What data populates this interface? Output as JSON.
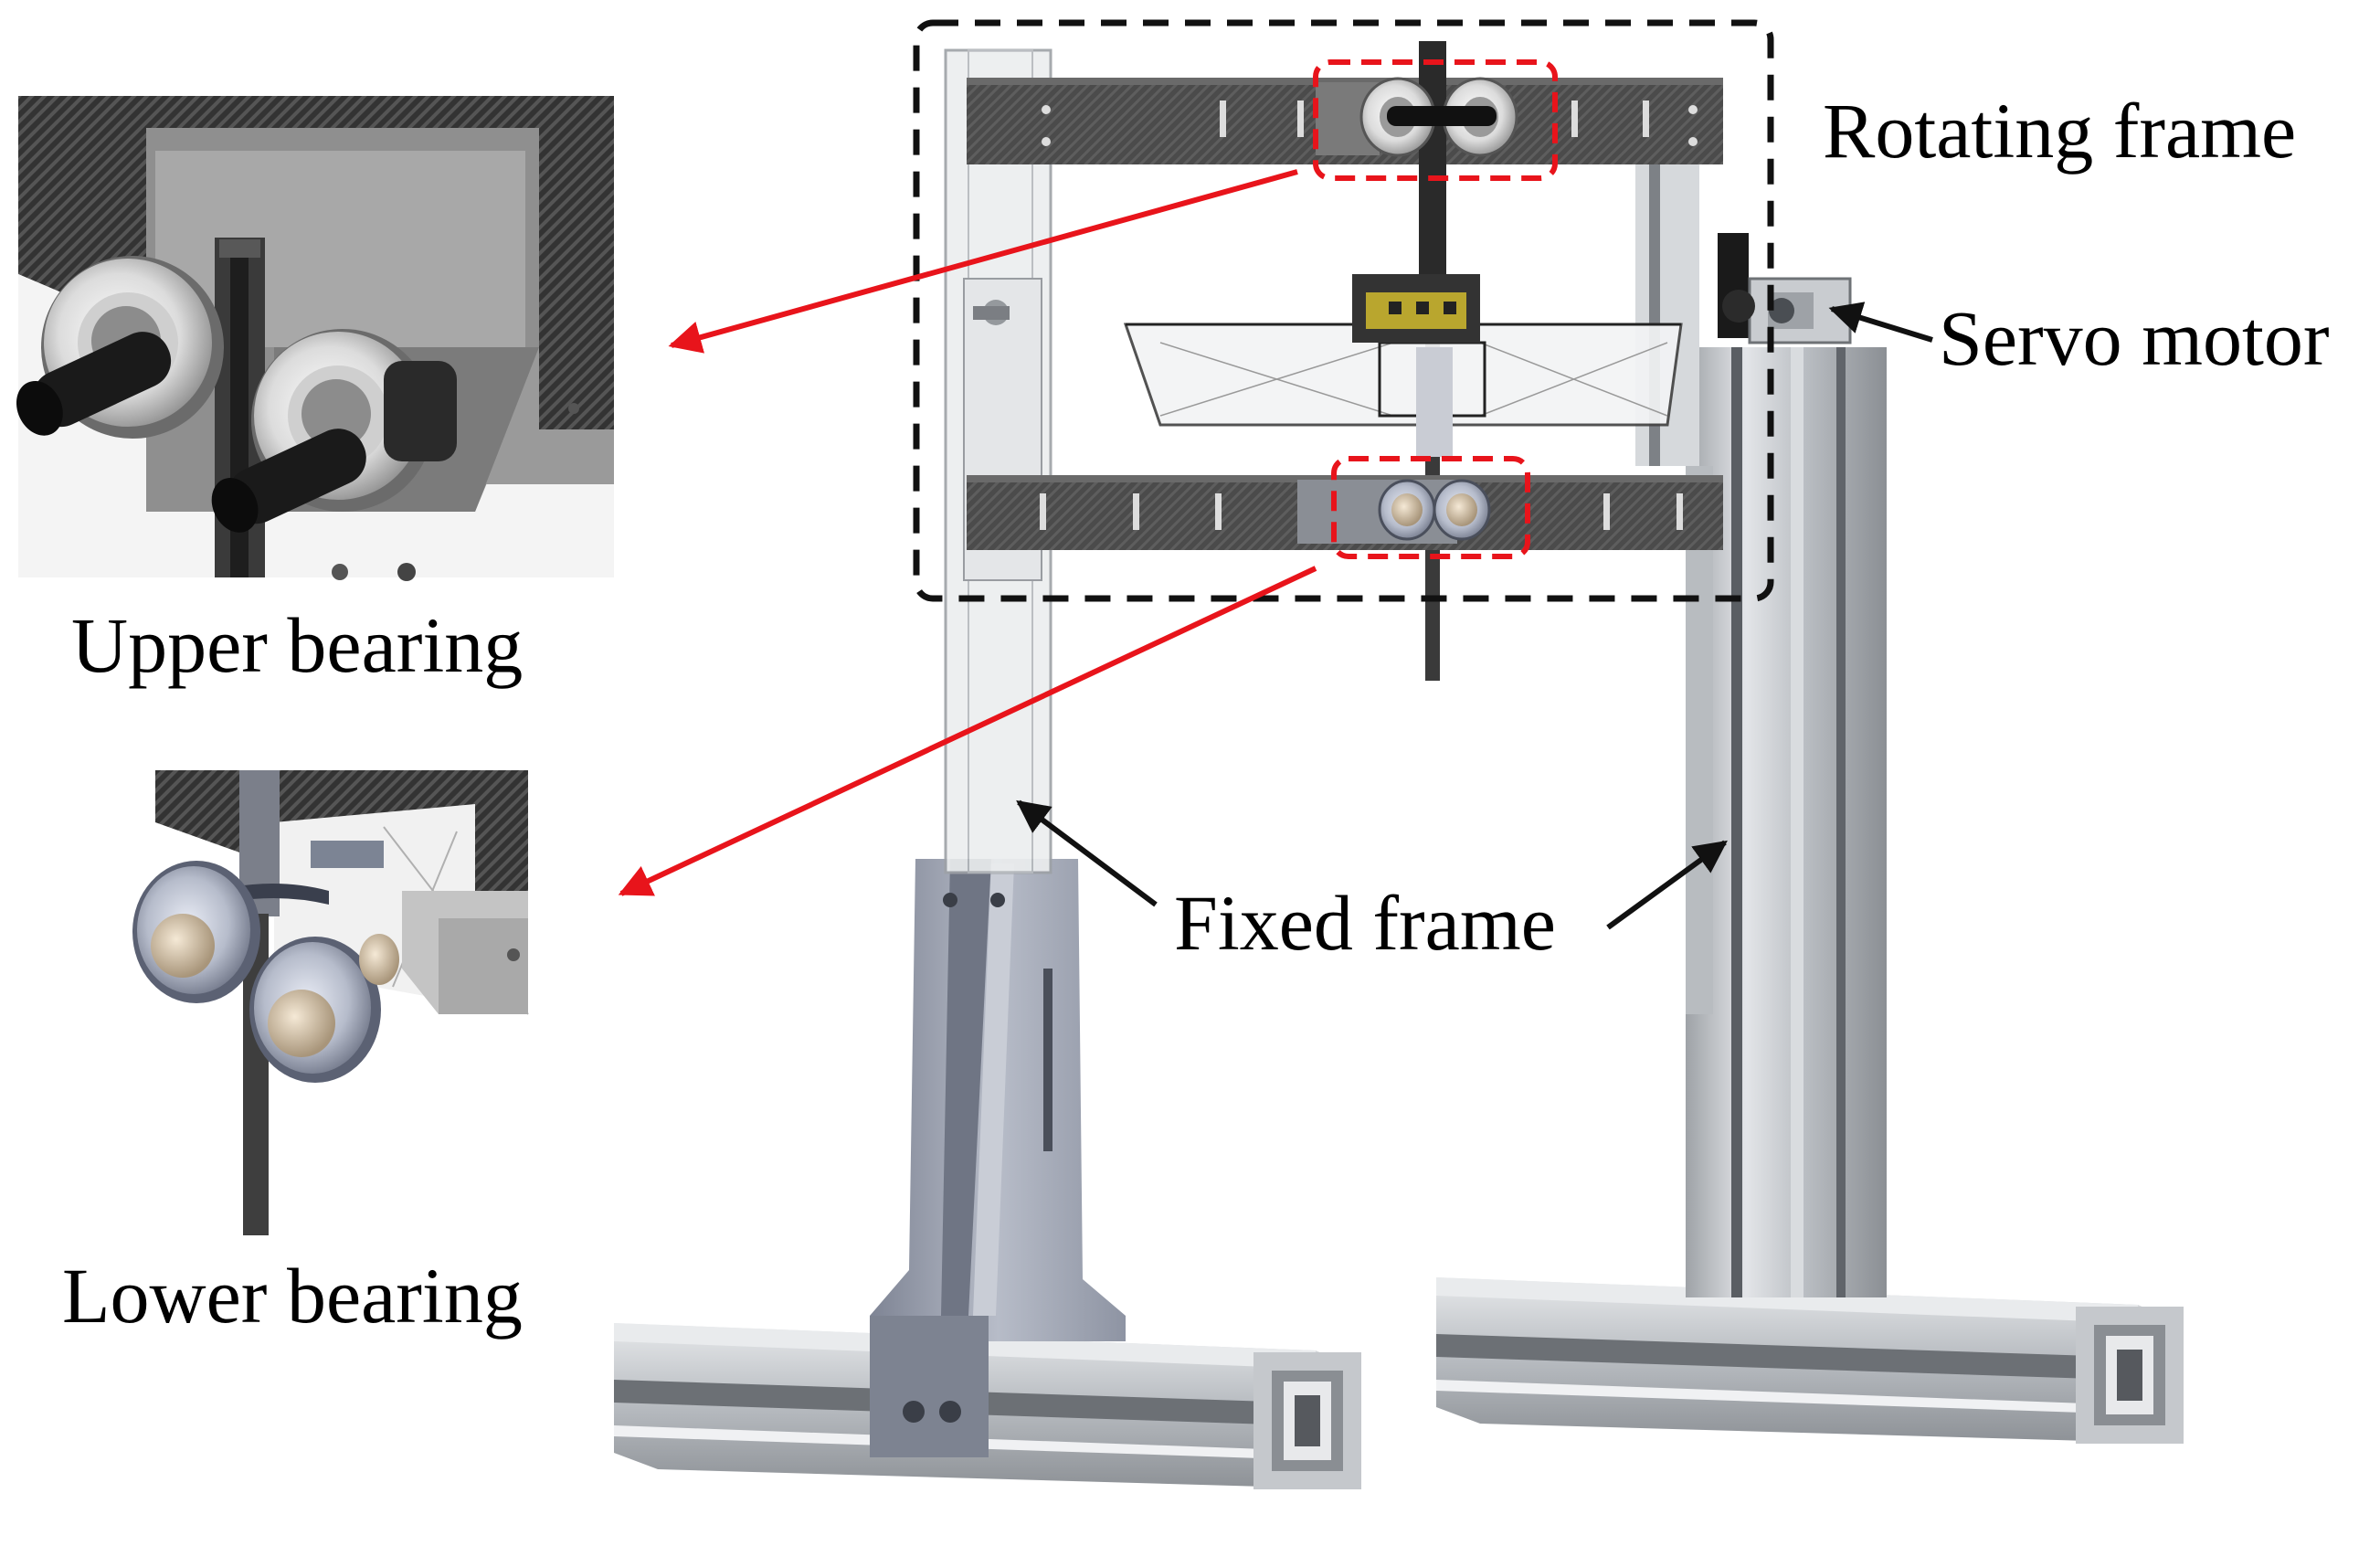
{
  "labels": {
    "rotating_frame": "Rotating frame",
    "servo_motor": "Servo motor",
    "fixed_frame": "Fixed frame",
    "upper_bearing": "Upper bearing",
    "lower_bearing": "Lower bearing"
  },
  "colors": {
    "annotation_arrow": "#e8141b",
    "highlight_box": "#e8141b",
    "group_box": "#111111",
    "carbon_bar": "#4a4a4a",
    "aluminum": "#c9ccd0",
    "bracket": "#9aa0ad",
    "translucent_post": "#e6e8ea"
  }
}
